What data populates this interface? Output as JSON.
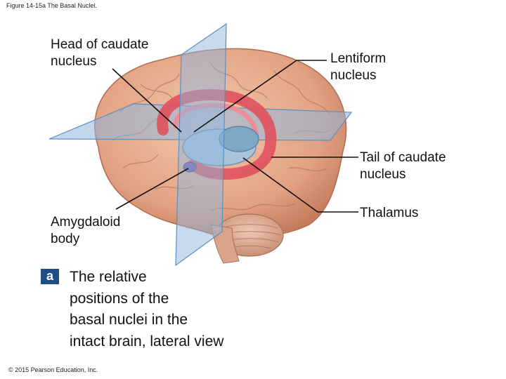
{
  "figure_title": "Figure 14-15a The Basal Nuclei.",
  "labels": {
    "head_of_caudate": [
      "Head of caudate",
      "nucleus"
    ],
    "lentiform": [
      "Lentiform",
      "nucleus"
    ],
    "tail_of_caudate": [
      "Tail of caudate",
      "nucleus"
    ],
    "thalamus": [
      "Thalamus"
    ],
    "amygdaloid": [
      "Amygdaloid",
      "body"
    ]
  },
  "panel": {
    "letter": "a",
    "caption": [
      "The relative",
      "positions of the",
      "basal nuclei in the",
      "intact brain, lateral view"
    ]
  },
  "copyright": "© 2015 Pearson Education, Inc.",
  "colors": {
    "brain": "#e7ad8c",
    "brain_shadow": "#c97f5f",
    "caudate": "#e0525f",
    "lentiform": "#a9c3d9",
    "thalamus": "#7fa8c7",
    "amygdala": "#7a5aa3",
    "plane": "#6f9fcf",
    "badge": "#1d4e86"
  }
}
